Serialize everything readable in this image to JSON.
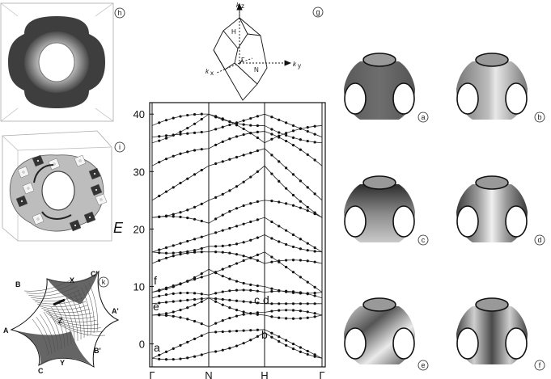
{
  "panels": {
    "h": "h",
    "i": "i",
    "g": "g",
    "k": "k",
    "a": "a",
    "b": "b",
    "c": "c",
    "d": "d",
    "e": "e",
    "f": "f"
  },
  "band_plot": {
    "ylabel": "E",
    "ytick_labels": [
      "40",
      "30",
      "20",
      "10",
      "0"
    ],
    "ytick_values": [
      40,
      30,
      20,
      10,
      0
    ],
    "xtick_labels": [
      "Γ",
      "N",
      "H",
      "Γ"
    ],
    "band_letters": {
      "a": "a",
      "e": "e",
      "f": "f",
      "b": "b",
      "c": "c",
      "d": "d"
    }
  },
  "brillouin_zone": {
    "kz": "k",
    "kz_sub": "z",
    "kx": "k",
    "kx_sub": "x",
    "ky": "k",
    "ky_sub": "y",
    "H": "H",
    "N": "N",
    "Gamma": "Γ"
  },
  "surface_k": {
    "B": "B",
    "X": "X",
    "C_prime": "C'",
    "A_prime": "A'",
    "A": "A",
    "B_prime": "B'",
    "C": "C",
    "Y": "Y",
    "Z": "Z"
  },
  "colors": {
    "surface_dark": "#4a4a4a",
    "surface_light": "#d8d8d8",
    "line": "#111111"
  }
}
